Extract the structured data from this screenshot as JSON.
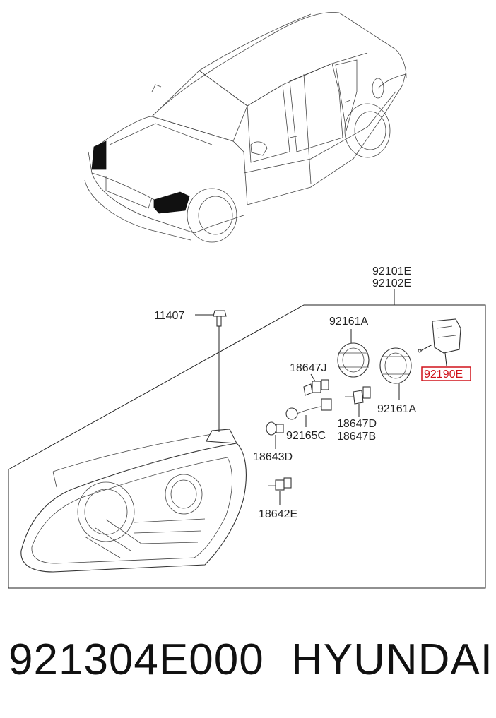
{
  "diagram": {
    "labels": {
      "assembly_a": "92101E",
      "assembly_b": "92102E",
      "screw": "11407",
      "cap_upper": "92161A",
      "cap_lower": "92161A",
      "actuator": "92190E",
      "bulb_j": "18647J",
      "socket": "92165C",
      "bulb_d": "18647D",
      "bulb_b": "18647B",
      "bulb_small": "18643D",
      "bulb_e": "18642E"
    },
    "highlight_color": "#d0121b"
  },
  "footer": {
    "part_number": "921304E000",
    "brand": "HYUNDAI"
  }
}
